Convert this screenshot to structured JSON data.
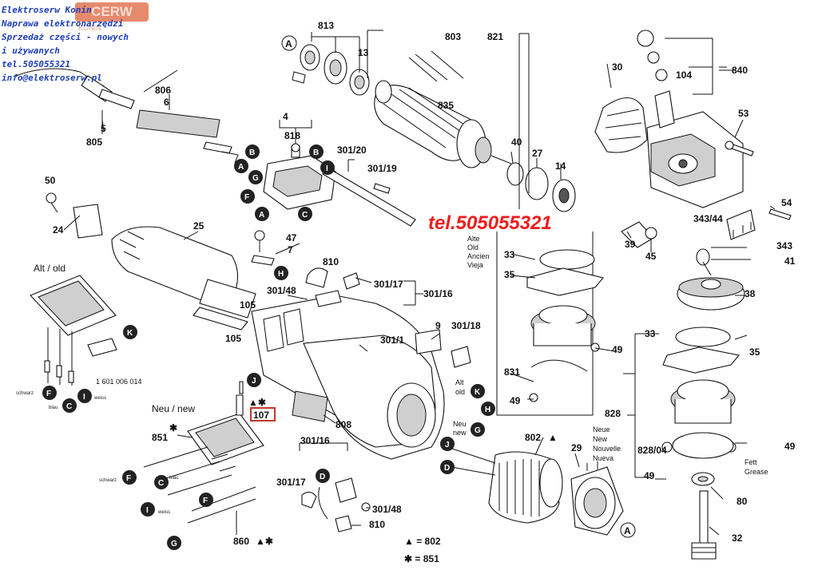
{
  "watermark": {
    "logo": "CERW",
    "logo_sub": "KONIN",
    "lines": [
      "Elektroserw Konin",
      "Naprawa elektronarzędzi",
      "Sprzedaż części - nowych",
      "i używanych",
      "tel.505055321",
      "info@elektroserw.pl"
    ]
  },
  "phone_banner": "tel.505055321",
  "headers": {
    "alt_old": "Alt / old",
    "neu_new": "Neu / new",
    "alt_old_short_1": "Alt",
    "alt_old_short_2": "old",
    "neu_new_short_1": "Neu",
    "neu_new_short_2": "new",
    "alte_1": "Alte",
    "alte_2": "Old",
    "alte_3": "Ancien",
    "alte_4": "Vieja",
    "neue_1": "Neue",
    "neue_2": "New",
    "neue_3": "Nouvelle",
    "neue_4": "Nueva",
    "fett_1": "Fett",
    "fett_2": "Grease"
  },
  "wires": {
    "schwarz": "schwarz",
    "blau": "blau",
    "weiss": "weiss"
  },
  "legend": {
    "triangle": "▲ = 802",
    "star": "✱ = 851"
  },
  "part_number_1601": "1 601 006 014",
  "boxed_part": "107",
  "labels": [
    "813",
    "803",
    "821",
    "840",
    "13",
    "30",
    "104",
    "806",
    "6",
    "835",
    "53",
    "5",
    "805",
    "4",
    "818",
    "301/20",
    "40",
    "27",
    "14",
    "301/19",
    "50",
    "24",
    "25",
    "54",
    "343/44",
    "39",
    "45",
    "343",
    "47",
    "7",
    "41",
    "810",
    "301/48",
    "301/17",
    "301/16",
    "38",
    "105",
    "105",
    "33",
    "35",
    "49",
    "301/1",
    "9",
    "301/18",
    "33",
    "35",
    "831",
    "49",
    "828",
    "828/04",
    "49",
    "802",
    "29",
    "80",
    "32",
    "851",
    "860",
    "808",
    "301/16",
    "301/17",
    "301/48",
    "810",
    "Alt / old",
    "Neu / new"
  ],
  "callouts": {
    "A": "A",
    "B": "B",
    "C": "C",
    "D": "D",
    "F": "F",
    "G": "G",
    "H": "H",
    "I": "I",
    "J": "J",
    "K": "K"
  }
}
